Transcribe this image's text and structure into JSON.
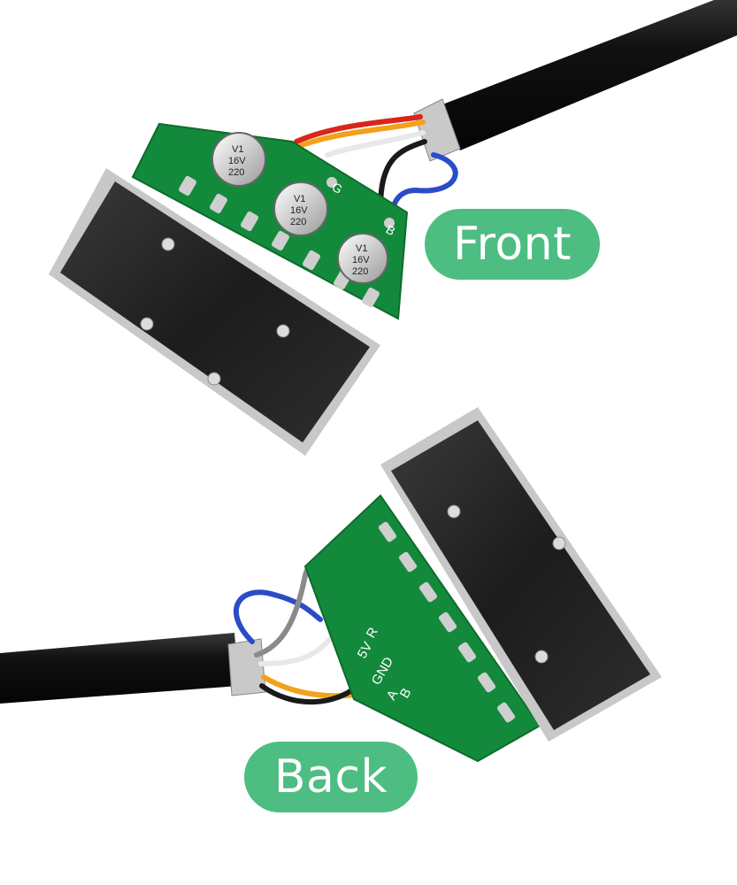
{
  "labels": {
    "front": "Front",
    "back": "Back"
  },
  "capacitor_marking": {
    "top": "V1",
    "middle": "16V",
    "bottom": "220"
  },
  "pcb_silkscreen": {
    "front_pads": [
      "G",
      "B"
    ],
    "back_pads": [
      "R",
      "5V",
      "GND",
      "A",
      "B"
    ]
  },
  "colors": {
    "label_bg": "#4dbd82",
    "label_text": "#ffffff",
    "pcb": "#138a3b",
    "pcb_dark": "#0d6b2c",
    "cable": "#141414",
    "metal": "#2a2a2a",
    "metal_rim": "#b9b9b9",
    "wire_red": "#d8261c",
    "wire_orange": "#f0a21a",
    "wire_blue": "#2a4cc8",
    "wire_white": "#e8e8e8",
    "wire_black": "#1a1a1a",
    "wire_gray": "#8a8a8a",
    "shield_braid": "#c9c9c9"
  }
}
